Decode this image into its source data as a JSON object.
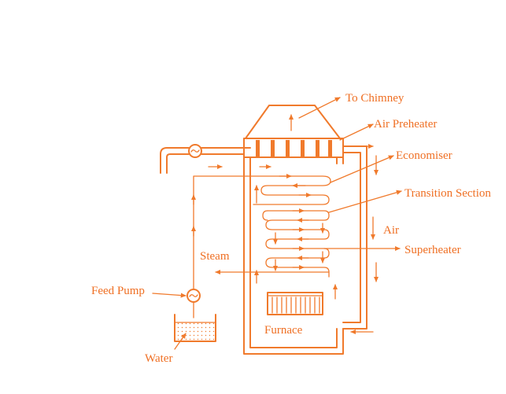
{
  "diagram": {
    "labels": {
      "to_chimney": "To Chimney",
      "air_preheater": "Air Preheater",
      "economiser": "Economiser",
      "transition_section": "Transition Section",
      "air": "Air",
      "superheater": "Superheater",
      "steam": "Steam",
      "feed_pump": "Feed Pump",
      "furnace": "Furnace",
      "water": "Water"
    },
    "colors": {
      "ink": "#f07a2c",
      "background": "#ffffff"
    }
  }
}
